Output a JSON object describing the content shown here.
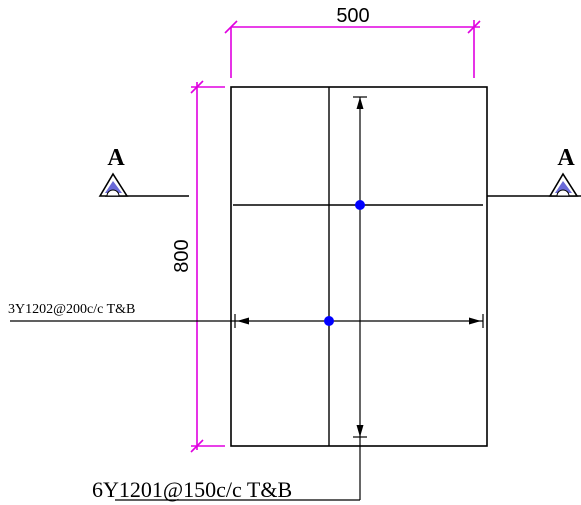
{
  "dimensions": {
    "width_label": "500",
    "height_label": "800"
  },
  "section_marks": {
    "left_label": "A",
    "right_label": "A"
  },
  "rebar_labels": {
    "horizontal": "3Y1202@200c/c T&B",
    "vertical": "6Y1201@150c/c T&B"
  },
  "colors": {
    "dimension": "#e000e0",
    "outline": "#000000",
    "rebar_point": "#0000ff",
    "section_fill": "#6a6ad8"
  }
}
